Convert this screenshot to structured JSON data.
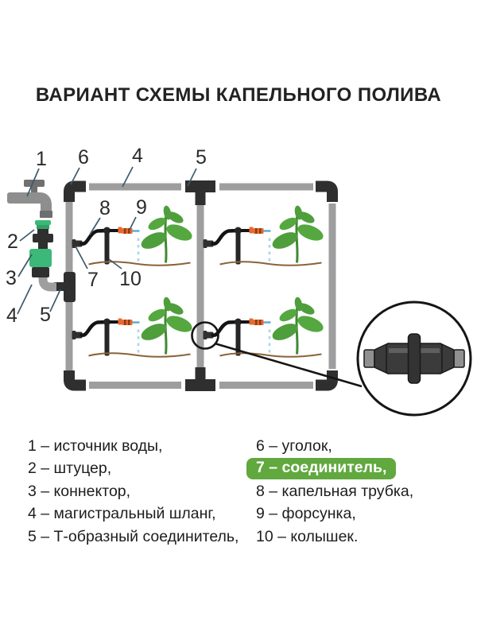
{
  "title": "ВАРИАНТ СХЕМЫ КАПЕЛЬНОГО ПОЛИВА",
  "diagram": {
    "callouts": {
      "c1": "1",
      "c2": "2",
      "c3": "3",
      "c4_top": "4",
      "c4_left": "4",
      "c5_top": "5",
      "c5_left": "5",
      "c6": "6",
      "c7": "7",
      "c8": "8",
      "c9": "9",
      "c10": "10"
    }
  },
  "legend": {
    "left": [
      {
        "text": "1 – источник воды,"
      },
      {
        "text": "2 – штуцер,"
      },
      {
        "text": "3 – коннектор,"
      },
      {
        "text": "4 – магистральный шланг,"
      },
      {
        "text": "5 – Т-образный соединитель,"
      }
    ],
    "right": [
      {
        "text": "6 – уголок,"
      },
      {
        "text": "7 – соединитель,",
        "highlighted": true
      },
      {
        "text": "8 – капельная трубка,"
      },
      {
        "text": "9 – форсунка,"
      },
      {
        "text": "10 – колышек."
      }
    ]
  },
  "colors": {
    "highlight_green": "#61a83f",
    "fitting_green": "#3cb878",
    "pipe_gray": "#9e9e9e",
    "dark_part": "#2f2f2f",
    "nozzle_orange": "#e8682f",
    "water_blue": "#a8d6ea",
    "soil_brown": "#8a6239",
    "leaf_green": "#4f9e3c",
    "callout_line": "#3d5a6b",
    "text_dark": "#222222"
  }
}
